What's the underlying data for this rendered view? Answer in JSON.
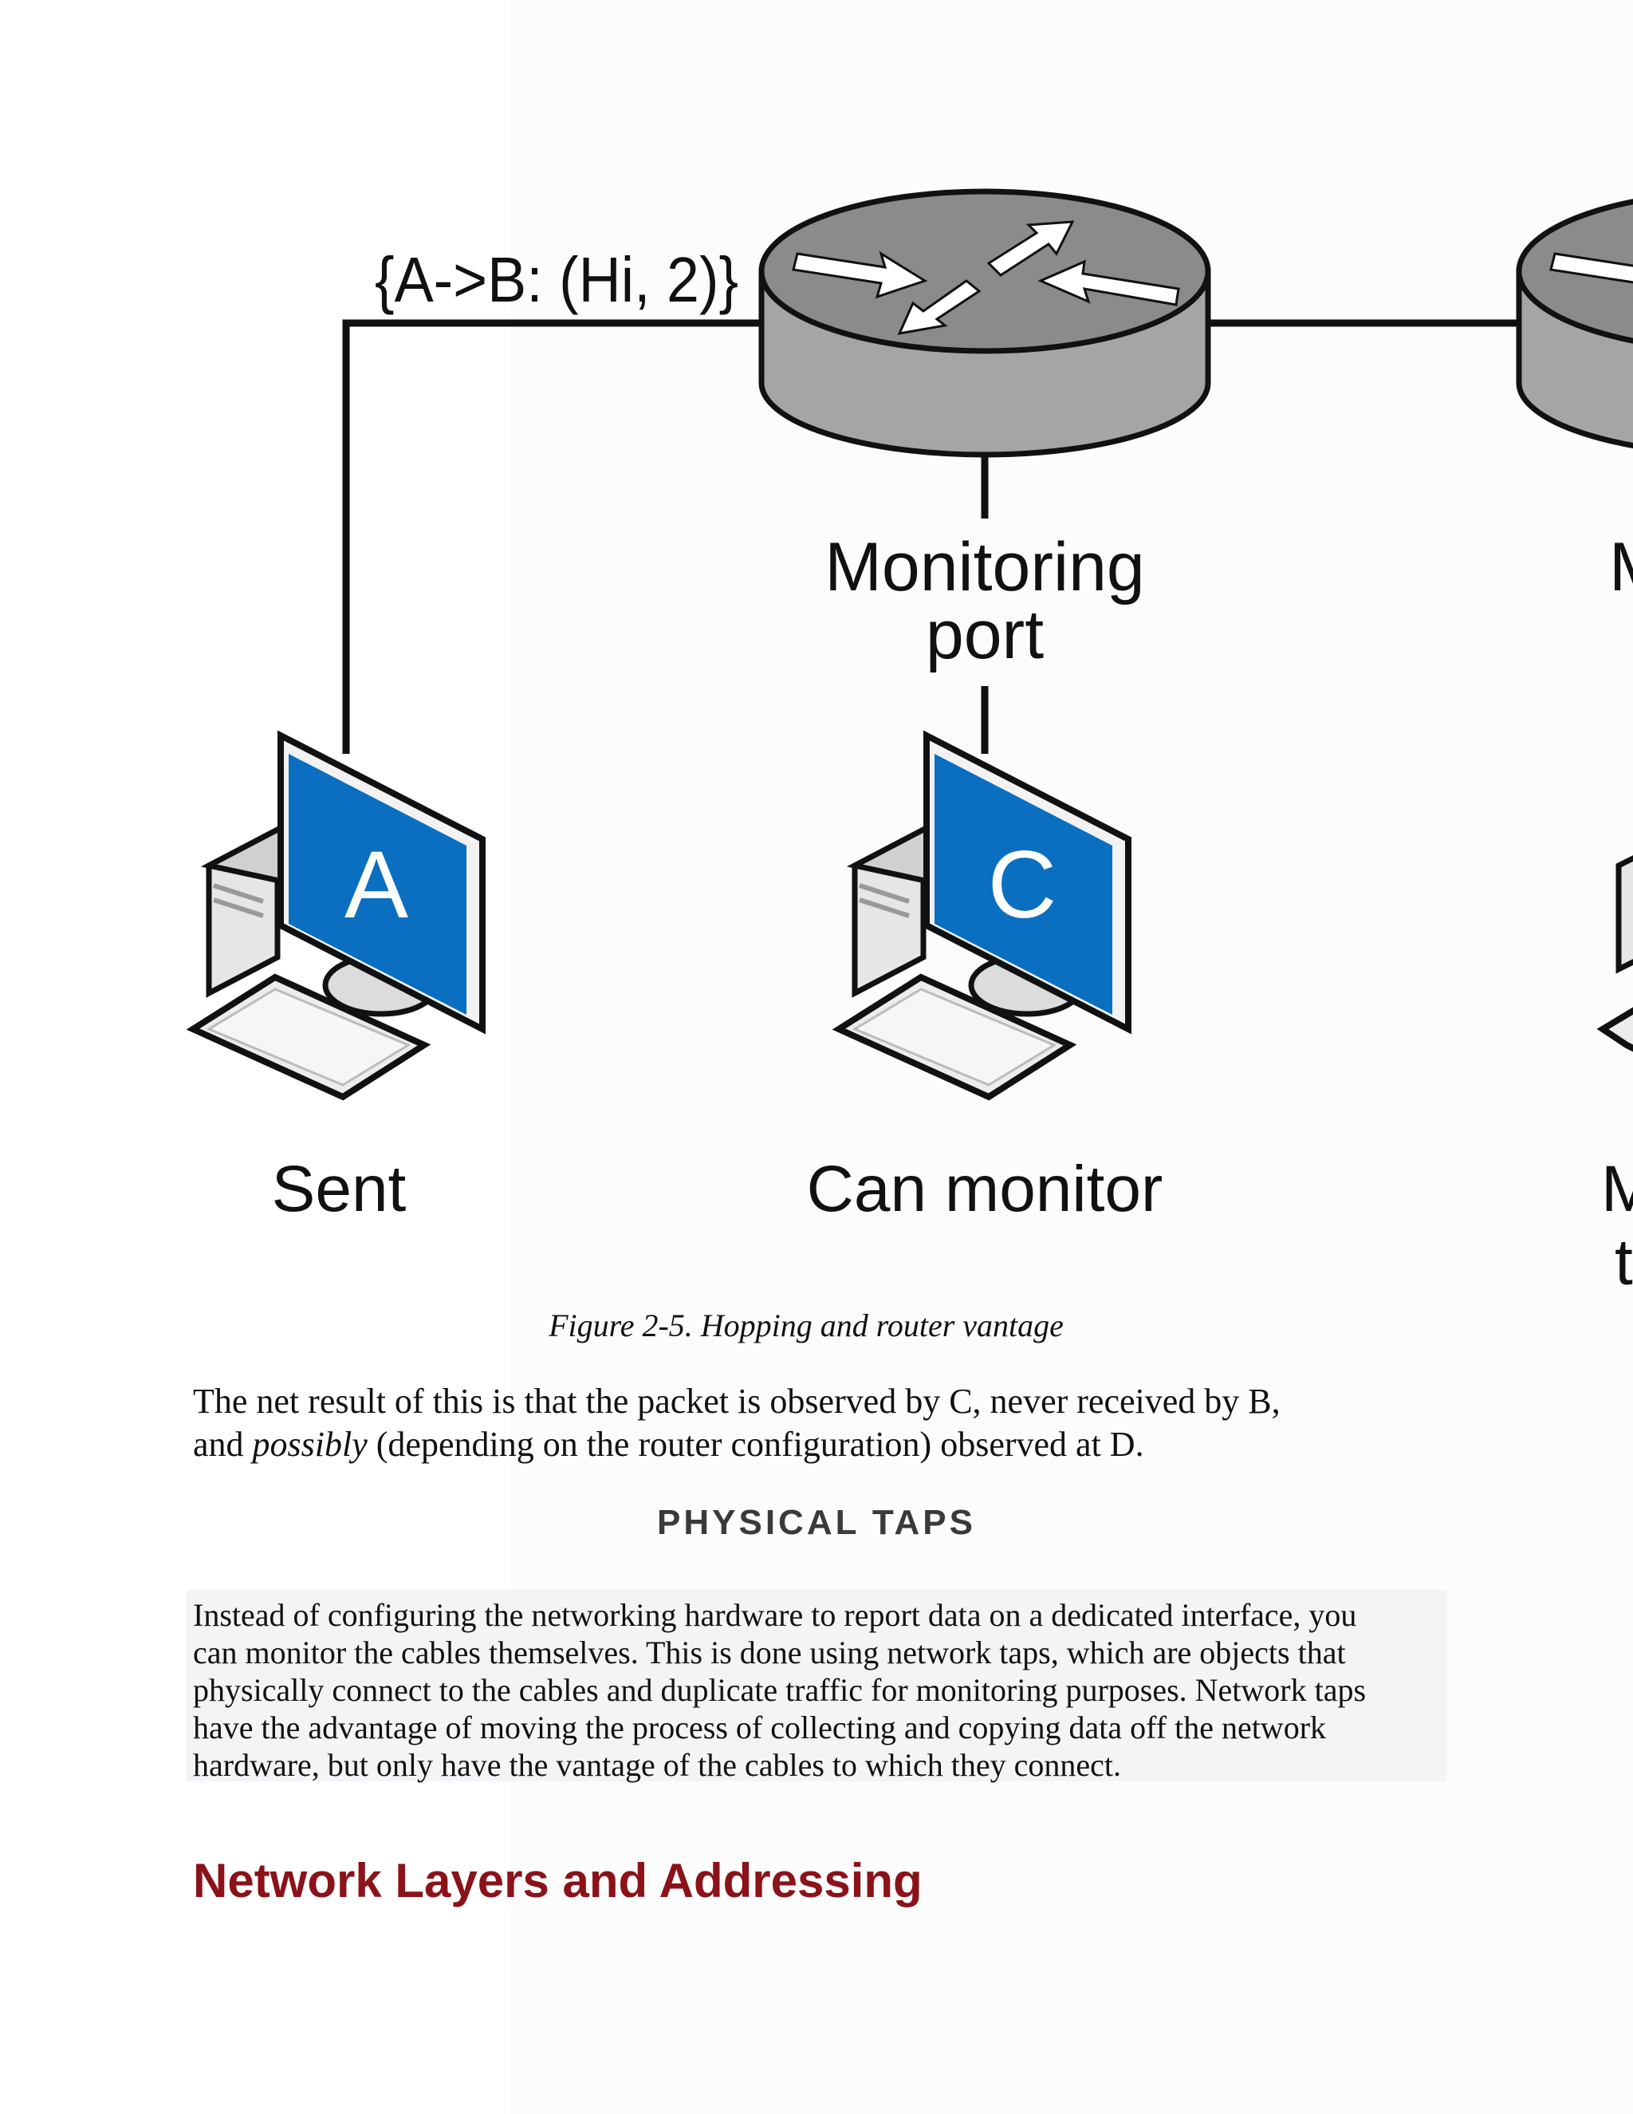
{
  "figure": {
    "packet_label": "{A->B: (Hi, 2)}",
    "monitoring_port_line1": "Monitoring",
    "monitoring_port_line2": "port",
    "computer_a_letter": "A",
    "computer_c_letter": "C",
    "label_a": "Sent",
    "label_c": "Can monitor",
    "right_partial_label_1": "M",
    "right_partial_label_2": "M",
    "right_partial_label_3": "t",
    "colors": {
      "screen_blue": "#0a6fc1",
      "router_top": "#8a8a8a",
      "router_side": "#a8a8a8",
      "line": "#111111"
    }
  },
  "caption": "Figure 2-5. Hopping and router vantage",
  "paragraph": {
    "line1": "The net result of this is that the packet is observed by C, never received by B,",
    "line2_prefix": "and ",
    "line2_italic": "possibly",
    "line2_suffix": " (depending on the router configuration) observed at D."
  },
  "sidebar": {
    "title": "PHYSICAL TAPS",
    "lines": [
      "Instead of configuring the networking hardware to report data on a dedicated interface, you",
      "can monitor the cables themselves. This is done using network taps, which are objects that",
      "physically connect to the cables and duplicate traffic for monitoring purposes. Network taps",
      "have the advantage of moving the process of collecting and copying data off the network",
      "hardware, but only have the vantage of the cables to which they connect."
    ]
  },
  "section_heading": "Network Layers and Addressing"
}
